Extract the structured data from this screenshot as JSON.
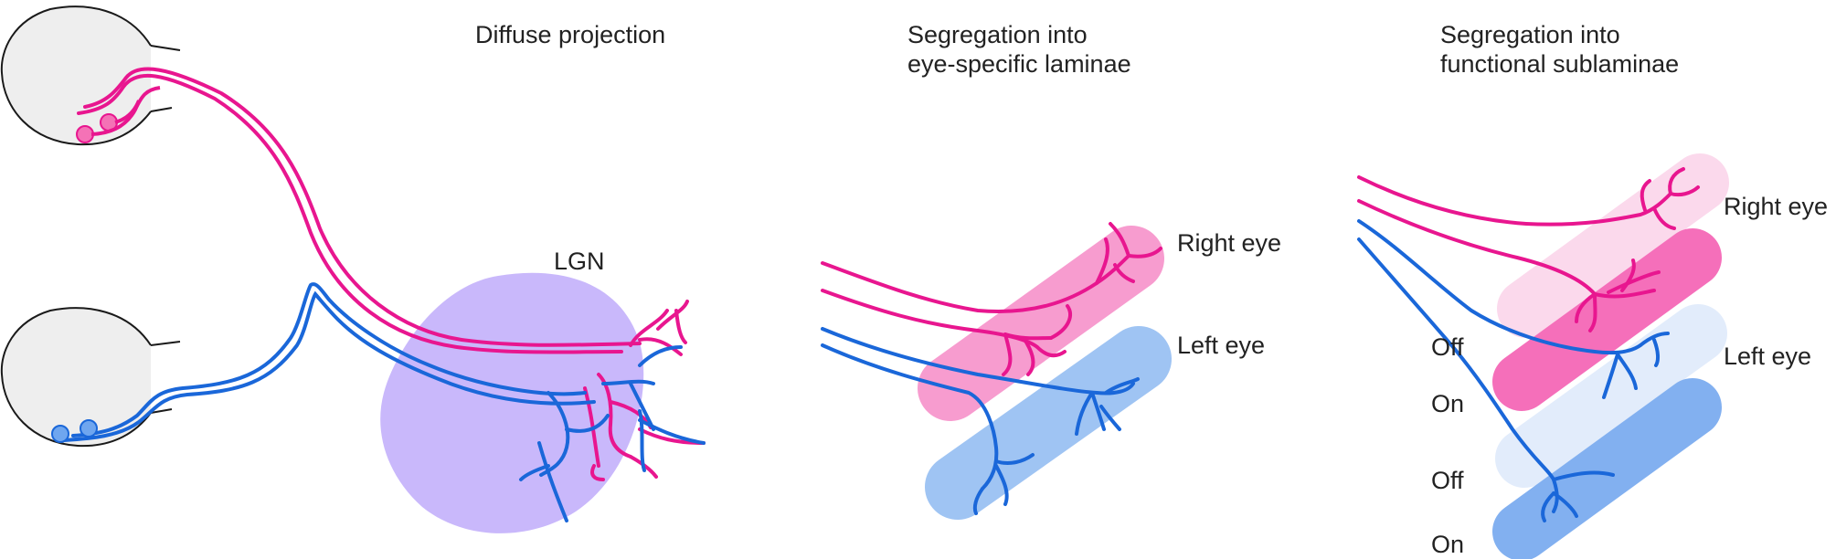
{
  "panels": {
    "diffuse": {
      "title": "Diffuse projection",
      "lgn_label": "LGN"
    },
    "eye_specific": {
      "title_line1": "Segregation into",
      "title_line2": "eye-specific laminae",
      "right_eye_label": "Right eye",
      "left_eye_label": "Left eye"
    },
    "functional": {
      "title_line1": "Segregation into",
      "title_line2": "functional sublaminae",
      "right_eye_label": "Right eye",
      "left_eye_label": "Left eye",
      "sublaminae": [
        "Off",
        "On",
        "Off",
        "On"
      ]
    }
  },
  "colors": {
    "right_eye_axon": "#e8168f",
    "left_eye_axon": "#1a67d9",
    "lgn_fill": "#c9b8fb",
    "right_lamina": "#f79ccf",
    "left_lamina": "#9fc4f3",
    "right_on_lamina": "#f56fba",
    "right_off_lamina": "#fbd9ec",
    "left_on_lamina": "#82b0f0",
    "left_off_lamina": "#e2ecfb",
    "eye_fill": "#eeeeee"
  }
}
